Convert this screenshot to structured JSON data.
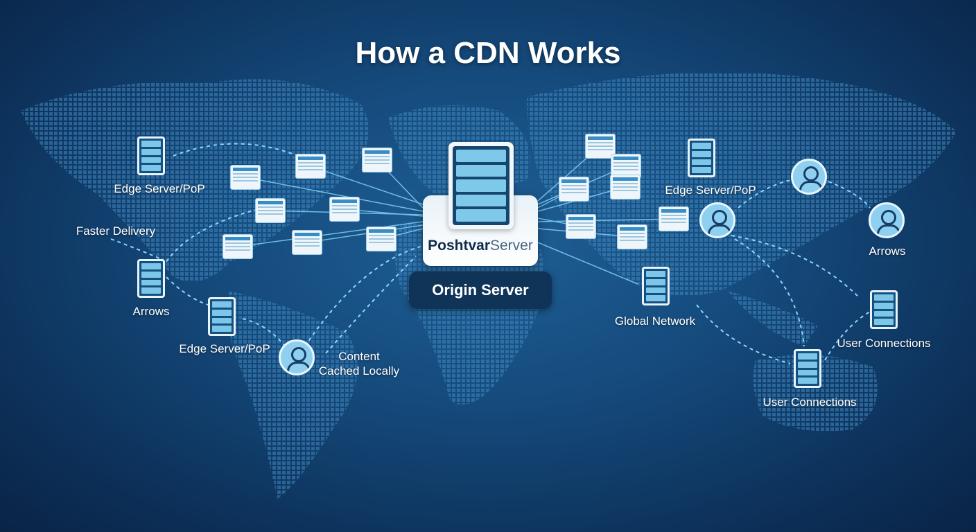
{
  "title": "How a CDN Works",
  "origin": {
    "brand_primary": "Poshtvar",
    "brand_secondary": "Server",
    "label": "Origin Server"
  },
  "labels": {
    "edge_nw": "Edge Server/PoP",
    "faster_delivery": "Faster Delivery",
    "arrows_w": "Arrows",
    "edge_sw": "Edge Server/PoP",
    "content_cached": "Content\nCached Locally",
    "content_cached_1": "Content",
    "content_cached_2": "Cached Locally",
    "edge_ne": "Edge Server/PoP",
    "arrows_e": "Arrows",
    "global_network": "Global Network",
    "user_connections_e": "User Connections",
    "user_connections_se": "User Connections"
  },
  "colors": {
    "accent": "#7cc6ea",
    "background": "#154a7c",
    "panel": "#0f3458"
  }
}
